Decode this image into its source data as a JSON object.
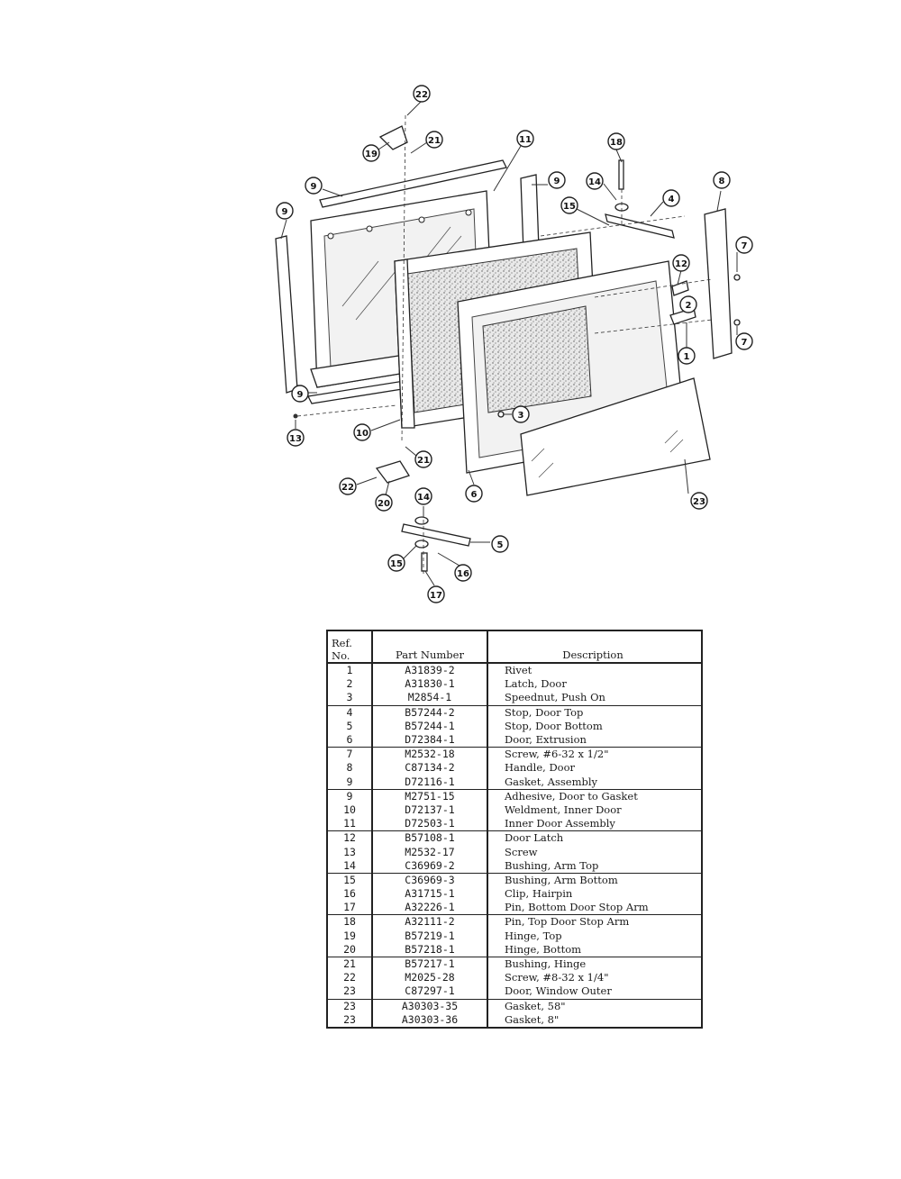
{
  "callouts": [
    {
      "label": "22"
    },
    {
      "label": "21"
    },
    {
      "label": "19"
    },
    {
      "label": "11"
    },
    {
      "label": "18"
    },
    {
      "label": "9"
    },
    {
      "label": "9"
    },
    {
      "label": "9"
    },
    {
      "label": "14"
    },
    {
      "label": "15"
    },
    {
      "label": "4"
    },
    {
      "label": "8"
    },
    {
      "label": "7"
    },
    {
      "label": "12"
    },
    {
      "label": "2"
    },
    {
      "label": "7"
    },
    {
      "label": "1"
    },
    {
      "label": "3"
    },
    {
      "label": "9"
    },
    {
      "label": "13"
    },
    {
      "label": "10"
    },
    {
      "label": "21"
    },
    {
      "label": "22"
    },
    {
      "label": "20"
    },
    {
      "label": "6"
    },
    {
      "label": "23"
    },
    {
      "label": "14"
    },
    {
      "label": "5"
    },
    {
      "label": "15"
    },
    {
      "label": "16"
    },
    {
      "label": "17"
    }
  ],
  "table": {
    "header": {
      "ref_line1": "Ref.",
      "ref_line2": "No.",
      "part_number": "Part Number",
      "description": "Description"
    },
    "rows": [
      {
        "ref": "1",
        "part": "A31839-2",
        "desc": "Rivet"
      },
      {
        "ref": "2",
        "part": "A31830-1",
        "desc": "Latch, Door"
      },
      {
        "ref": "3",
        "part": "M2854-1",
        "desc": "Speednut, Push On"
      },
      {
        "ref": "4",
        "part": "B57244-2",
        "desc": "Stop, Door Top"
      },
      {
        "ref": "5",
        "part": "B57244-1",
        "desc": "Stop, Door Bottom"
      },
      {
        "ref": "6",
        "part": "D72384-1",
        "desc": "Door, Extrusion"
      },
      {
        "ref": "7",
        "part": "M2532-18",
        "desc": "Screw, #6-32 x 1/2\""
      },
      {
        "ref": "8",
        "part": "C87134-2",
        "desc": "Handle, Door"
      },
      {
        "ref": "9",
        "part": "D72116-1",
        "desc": "Gasket, Assembly"
      },
      {
        "ref": "9",
        "part": "M2751-15",
        "desc": "Adhesive, Door to Gasket"
      },
      {
        "ref": "10",
        "part": "D72137-1",
        "desc": "Weldment, Inner Door"
      },
      {
        "ref": "11",
        "part": "D72503-1",
        "desc": "Inner Door Assembly"
      },
      {
        "ref": "12",
        "part": "B57108-1",
        "desc": "Door Latch"
      },
      {
        "ref": "13",
        "part": "M2532-17",
        "desc": "Screw"
      },
      {
        "ref": "14",
        "part": "C36969-2",
        "desc": "Bushing, Arm Top"
      },
      {
        "ref": "15",
        "part": "C36969-3",
        "desc": "Bushing, Arm Bottom"
      },
      {
        "ref": "16",
        "part": "A31715-1",
        "desc": "Clip, Hairpin"
      },
      {
        "ref": "17",
        "part": "A32226-1",
        "desc": "Pin, Bottom Door Stop Arm"
      },
      {
        "ref": "18",
        "part": "A32111-2",
        "desc": "Pin, Top Door Stop Arm"
      },
      {
        "ref": "19",
        "part": "B57219-1",
        "desc": "Hinge, Top"
      },
      {
        "ref": "20",
        "part": "B57218-1",
        "desc": "Hinge, Bottom"
      },
      {
        "ref": "21",
        "part": "B57217-1",
        "desc": "Bushing, Hinge"
      },
      {
        "ref": "22",
        "part": "M2025-28",
        "desc": "Screw, #8-32 x 1/4\""
      },
      {
        "ref": "23",
        "part": "C87297-1",
        "desc": "Door, Window Outer"
      },
      {
        "ref": "23",
        "part": "A30303-35",
        "desc": "Gasket, 58\""
      },
      {
        "ref": "23",
        "part": "A30303-36",
        "desc": "Gasket, 8\""
      }
    ]
  }
}
